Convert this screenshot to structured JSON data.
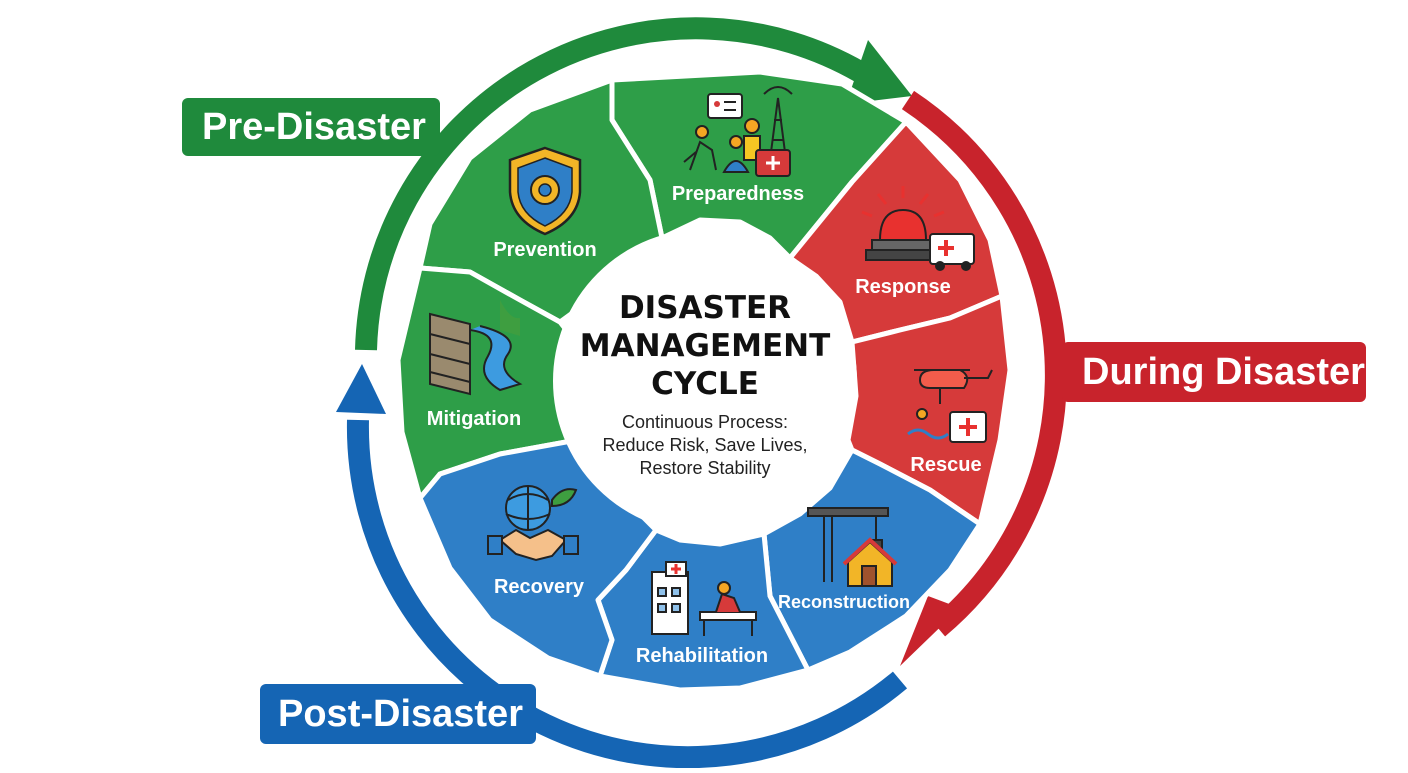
{
  "phases": {
    "pre": "Pre-Disaster",
    "during": "During Disaster",
    "post": "Post-Disaster"
  },
  "stages": {
    "preparedness": "Preparedness",
    "prevention": "Prevention",
    "mitigation": "Mitigation",
    "response": "Response",
    "rescue": "Rescue",
    "reconstruction": "Reconstruction",
    "rehabilitation": "Rehabilitation",
    "recovery": "Recovery"
  },
  "center": {
    "title_line1": "DISASTER",
    "title_line2": "MANAGEMENT",
    "title_line3": "CYCLE",
    "sub_line1": "Continuous Process:",
    "sub_line2": "Reduce Risk, Save Lives,",
    "sub_line3": "Restore Stability"
  },
  "colors": {
    "pre": "#2e9e48",
    "during": "#d63a3a",
    "post": "#2f7fc7",
    "pre_arrow": "#1f8a3c",
    "during_arrow": "#c8232c",
    "post_arrow": "#1565b4"
  },
  "icons": {
    "preparedness": "emergency-kit-people-tower-icon",
    "prevention": "shield-gear-icon",
    "mitigation": "wall-river-icon",
    "response": "siren-ambulance-icon",
    "rescue": "helicopter-swimmer-icon",
    "reconstruction": "crane-house-icon",
    "rehabilitation": "hospital-therapy-icon",
    "recovery": "globe-handshake-icon"
  }
}
